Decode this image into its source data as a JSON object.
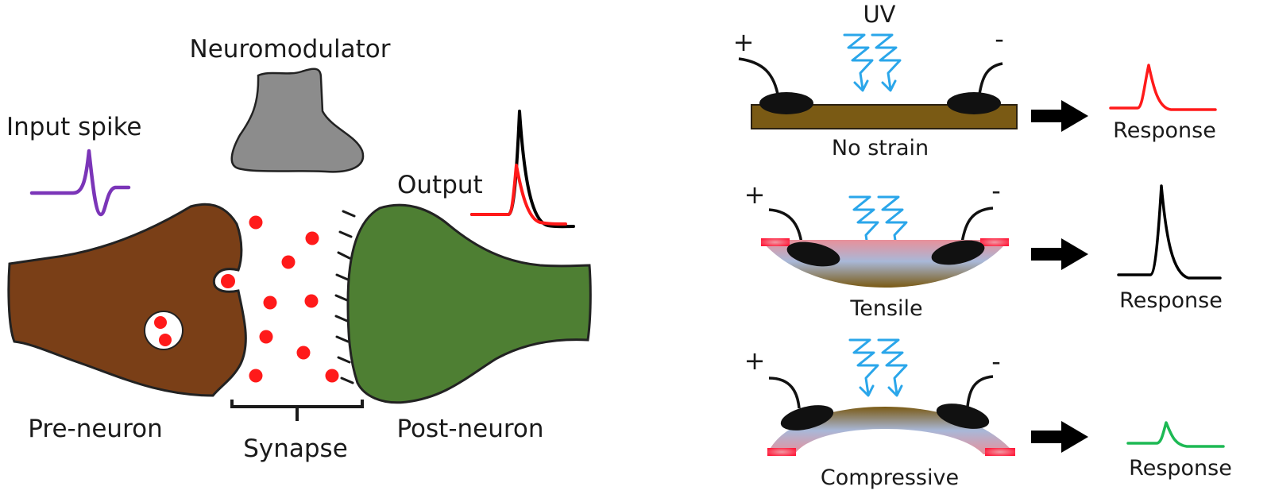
{
  "left_panel": {
    "labels": {
      "neuromodulator": "Neuromodulator",
      "input_spike": "Input spike",
      "output": "Output",
      "pre_neuron": "Pre-neuron",
      "synapse": "Synapse",
      "post_neuron": "Post-neuron"
    }
  },
  "right_panel": {
    "uv_label": "UV",
    "rows": [
      {
        "plus": "+",
        "minus": "-",
        "condition": "No strain",
        "response": "Response",
        "response_color": "#ff1a1a"
      },
      {
        "plus": "+",
        "minus": "-",
        "condition": "Tensile",
        "response": "Response",
        "response_color": "#000000"
      },
      {
        "plus": "+",
        "minus": "-",
        "condition": "Compressive",
        "response": "Response",
        "response_color": "#1db954"
      }
    ]
  },
  "colors": {
    "pre_neuron": "#7a3f17",
    "post_neuron": "#4e7f33",
    "neuromodulator": "#8c8c8c",
    "vesicle": "#ff1a1a",
    "input_spike": "#7b35b8",
    "uv_arrow": "#2aa6ea",
    "substrate": "#7a5a14",
    "output_red": "#ff1a1a",
    "output_black": "#000000"
  }
}
